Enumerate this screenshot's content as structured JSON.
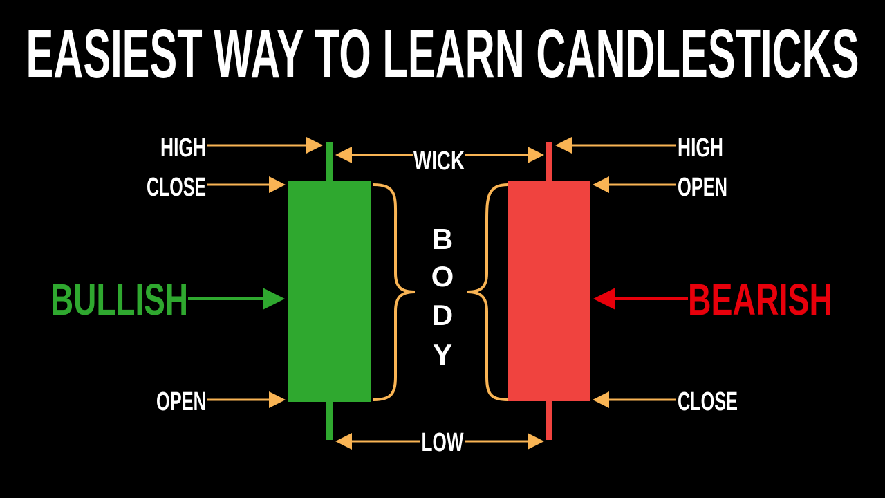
{
  "title": "EASIEST WAY TO LEARN CANDLESTICKS",
  "colors": {
    "bullish": "#2fa82f",
    "bearish": "#f0433f",
    "arrow": "#f9b454",
    "bearish_label": "#e8000b",
    "text": "#ffffff",
    "background": "#000000"
  },
  "bullish": {
    "label": "BULLISH",
    "high": "HIGH",
    "close": "CLOSE",
    "open": "OPEN"
  },
  "bearish": {
    "label": "BEARISH",
    "high": "HIGH",
    "open": "OPEN",
    "close": "CLOSE"
  },
  "center": {
    "wick": "WICK",
    "low": "LOW",
    "body": [
      "B",
      "O",
      "D",
      "Y"
    ]
  }
}
